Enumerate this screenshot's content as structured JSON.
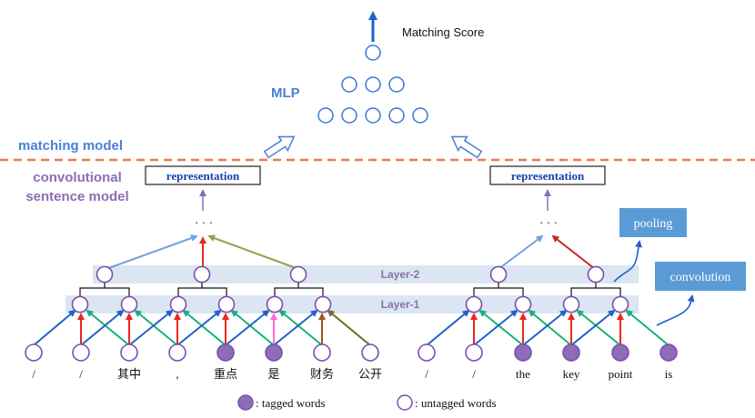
{
  "output_label": "Matching Score",
  "mlp_label": "MLP",
  "matching_model_label": "matching model",
  "sentence_model_label": [
    "convolutional",
    "sentence model"
  ],
  "representation_left": "representation",
  "representation_right": "representation",
  "ellipsis_left": ". . .",
  "ellipsis_right": ". . .",
  "layer2_label": "Layer-2",
  "layer1_label": "Layer-1",
  "pooling_label": "pooling",
  "convolution_label": "convolution",
  "words_left": [
    "/",
    "/",
    "其中",
    ",",
    "重点",
    "是",
    "财务",
    "公开"
  ],
  "words_right": [
    "/",
    "/",
    "the",
    "key",
    "point",
    "is"
  ],
  "legend": {
    "tagged": ": tagged words",
    "untagged": ": untagged words"
  },
  "colors": {
    "node_stroke": "#7b4fb0",
    "tagged_fill": "#8d6db5",
    "mlp_node": "#3b76d6",
    "dashed_line": "#f07850",
    "layer_band": "#dce5f2",
    "box_blue": "#5b9bd5",
    "arrow_blue": "#1f62c8",
    "arrow_red": "#e8291c",
    "arrow_green": "#19b07a",
    "arrow_pink": "#ff6bd6",
    "arrow_brown": "#a0561c",
    "arrow_olive": "#6d6d2a",
    "arrow_lightblue": "#6fa3dc",
    "arrow_darkred": "#c62a16",
    "arrow_lightgreen": "#88a650"
  }
}
